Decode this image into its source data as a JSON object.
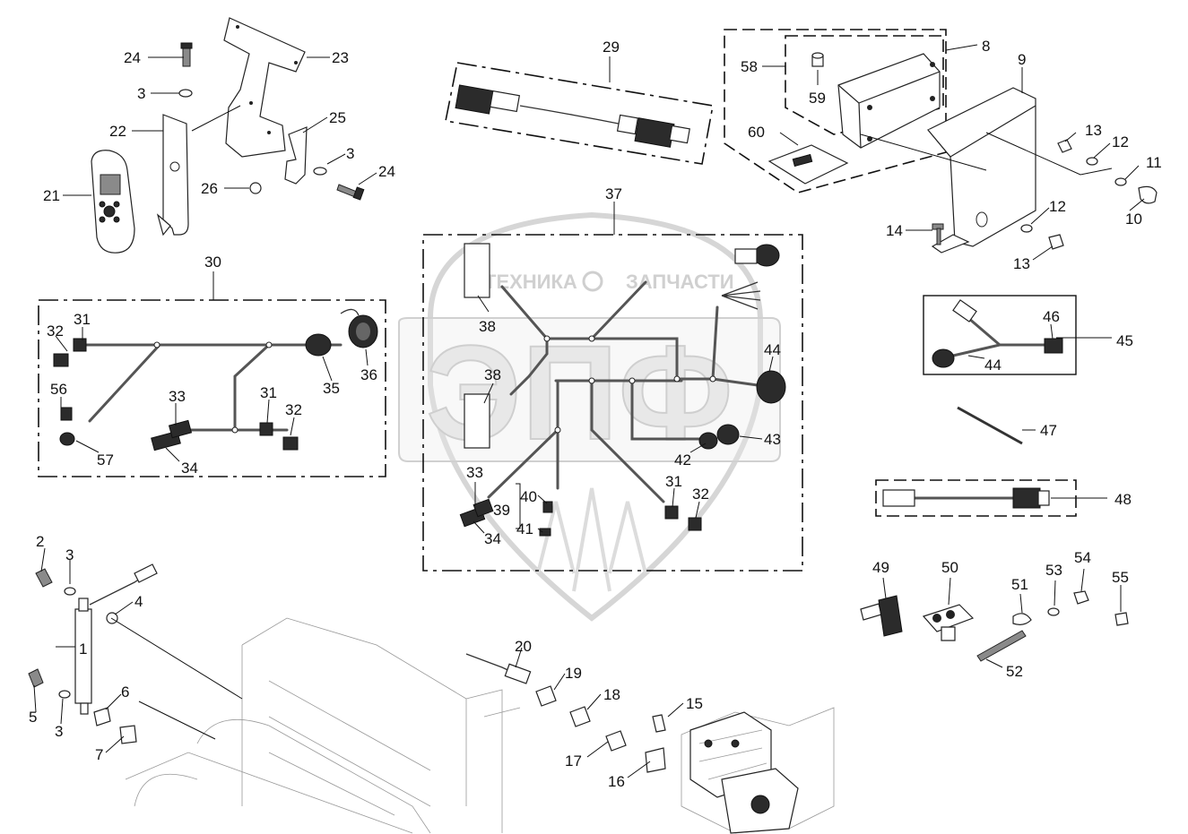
{
  "watermark": {
    "left": "ТЕХНИКА",
    "right": "ЗАПЧАСТИ",
    "logo": "ЭПФ"
  },
  "callouts": [
    "1",
    "2",
    "3",
    "4",
    "5",
    "6",
    "7",
    "8",
    "9",
    "10",
    "11",
    "12",
    "13",
    "14",
    "15",
    "16",
    "17",
    "18",
    "19",
    "20",
    "21",
    "22",
    "23",
    "24",
    "25",
    "26",
    "29",
    "30",
    "31",
    "32",
    "33",
    "34",
    "35",
    "36",
    "37",
    "38",
    "39",
    "40",
    "41",
    "42",
    "43",
    "44",
    "45",
    "46",
    "47",
    "48",
    "49",
    "50",
    "51",
    "52",
    "53",
    "54",
    "55",
    "56",
    "57",
    "58",
    "59",
    "60"
  ]
}
